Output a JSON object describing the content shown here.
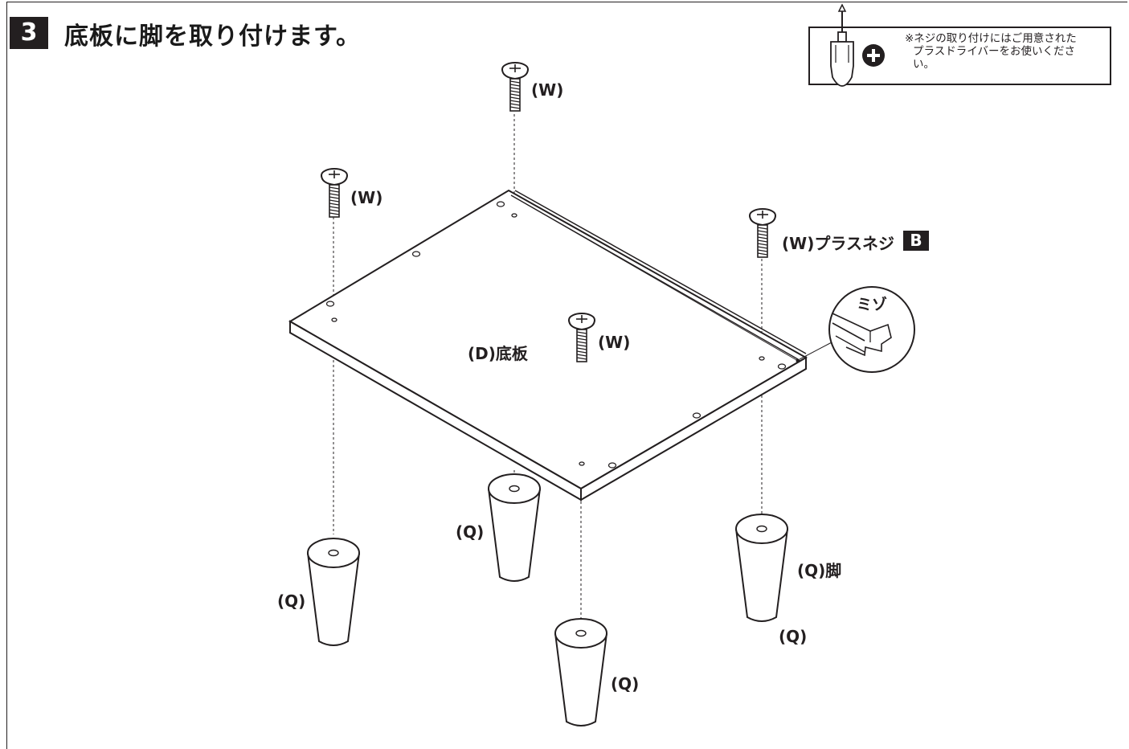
{
  "step": {
    "number": "3",
    "title": "底板に脚を取り付けます。"
  },
  "note": {
    "line1": "※ネジの取り付けにはご用意された",
    "line2": "プラスドライバーをお使いくださ",
    "line3": "い。"
  },
  "labels": {
    "screw_top": "(W)",
    "screw_left": "(W)",
    "screw_right": "(W)プラスネジ",
    "screw_right_tag": "B",
    "screw_center": "(W)",
    "board": "(D)底板",
    "groove": "ミゾ",
    "leg_back": "(Q)",
    "leg_left": "(Q)",
    "leg_right": "(Q)脚",
    "leg_right_sub": "(Q)",
    "leg_front": "(Q)"
  },
  "icons": [
    "screwdriver-icon",
    "plus-icon",
    "screw-icon",
    "leg-icon"
  ]
}
